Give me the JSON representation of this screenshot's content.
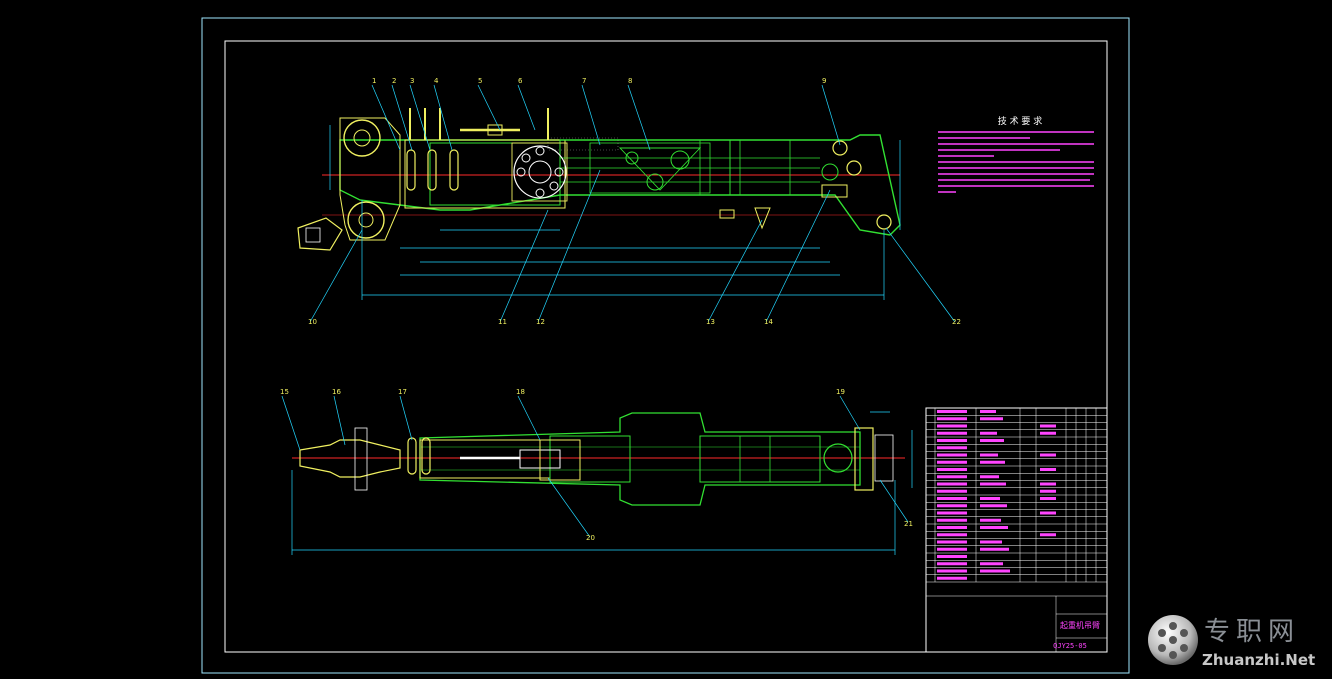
{
  "drawing": {
    "tech_title": "技 术 要 求",
    "title_block_text": "起重机吊臂",
    "drawing_number": "QJY25-05",
    "balloons_top": [
      "1",
      "2",
      "3",
      "4",
      "5",
      "6",
      "7",
      "8",
      "9",
      "10",
      "11",
      "12",
      "13",
      "14"
    ],
    "balloons_bottom": [
      "15",
      "16",
      "17",
      "18",
      "19",
      "20",
      "21",
      "22"
    ]
  },
  "watermark": {
    "cn": "专职网",
    "en": "Zhuanzhi.Net"
  },
  "colors": {
    "frame": "#9fe8ff",
    "outline": "#f0f060",
    "body": "#32e032",
    "dim": "#22d7ff",
    "centerline": "#ff2a2a",
    "text": "#ff44ff",
    "white": "#ffffff"
  }
}
